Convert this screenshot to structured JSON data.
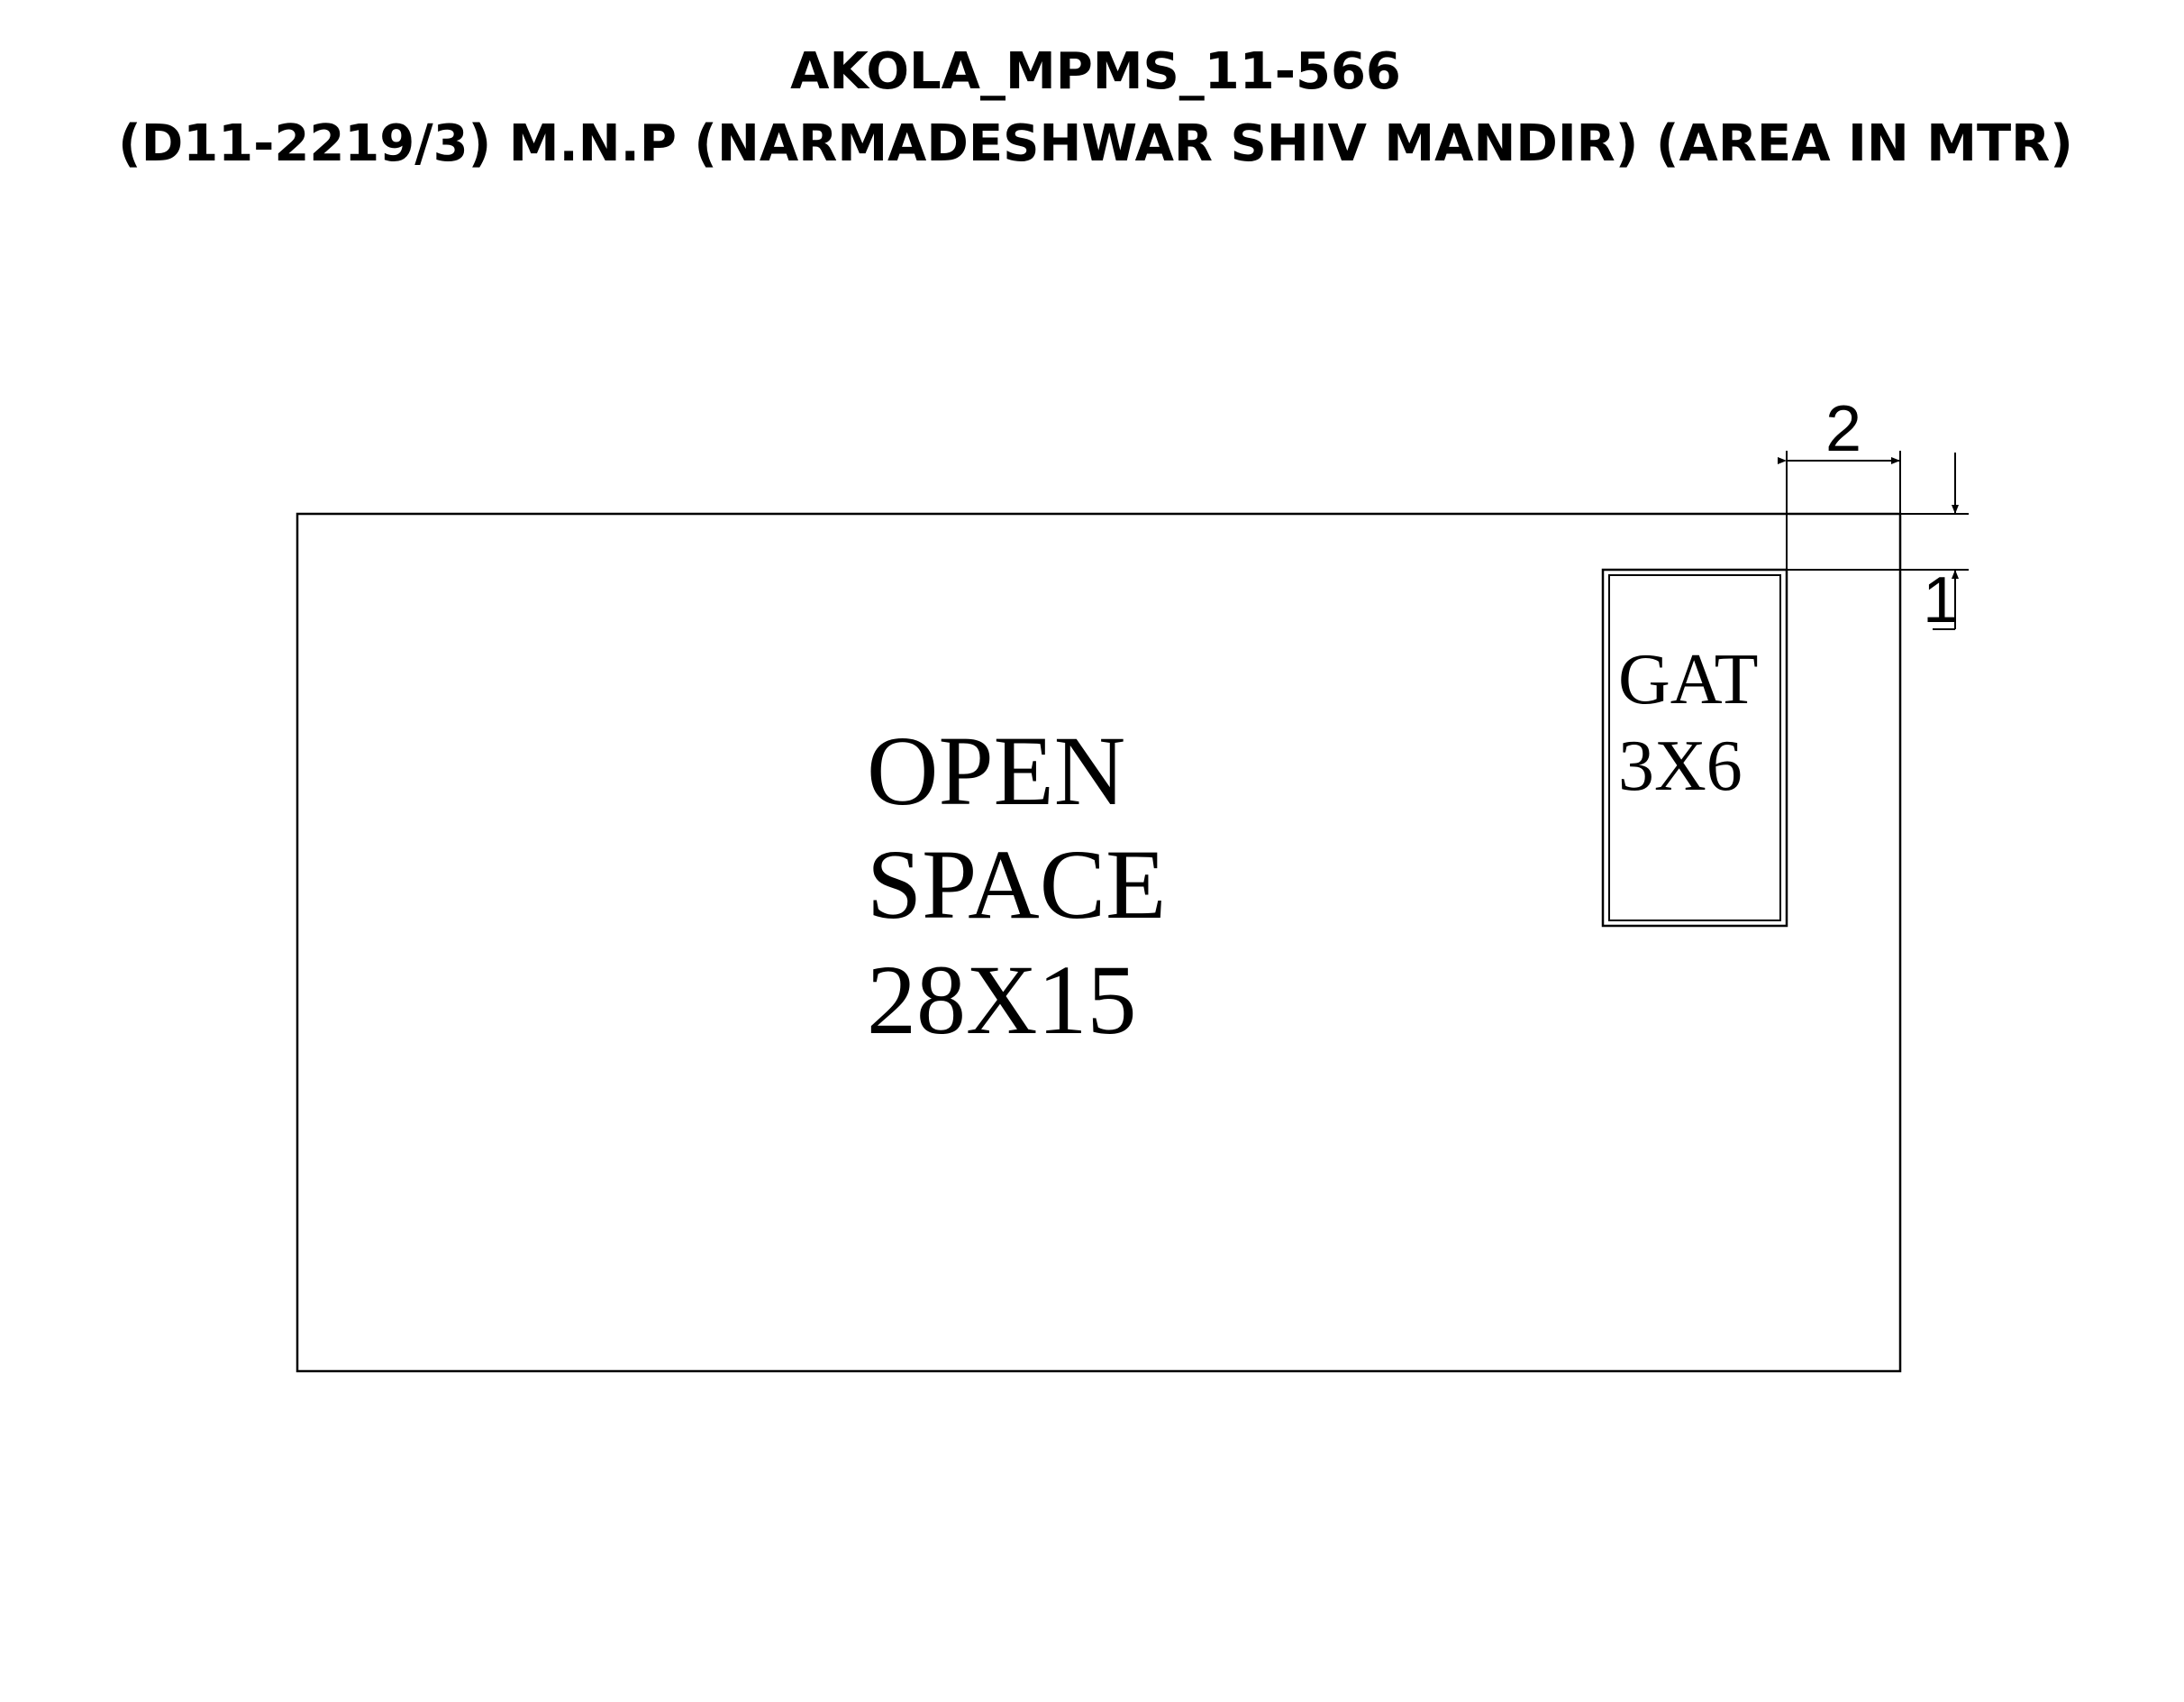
{
  "title": {
    "line1": "AKOLA_MPMS_11-566",
    "line2": "(D11-2219/3) M.N.P (NARMADESHWAR SHIV MANDIR) (AREA IN MTR)"
  },
  "plot": {
    "label_line1": "OPEN",
    "label_line2": "SPACE",
    "label_line3": "28X15"
  },
  "gate": {
    "label_line1": "GAT",
    "label_line2": "3X6"
  },
  "dimensions": {
    "horizontal": "2",
    "vertical": "1"
  },
  "colors": {
    "line": "#000000",
    "background": "#ffffff"
  }
}
